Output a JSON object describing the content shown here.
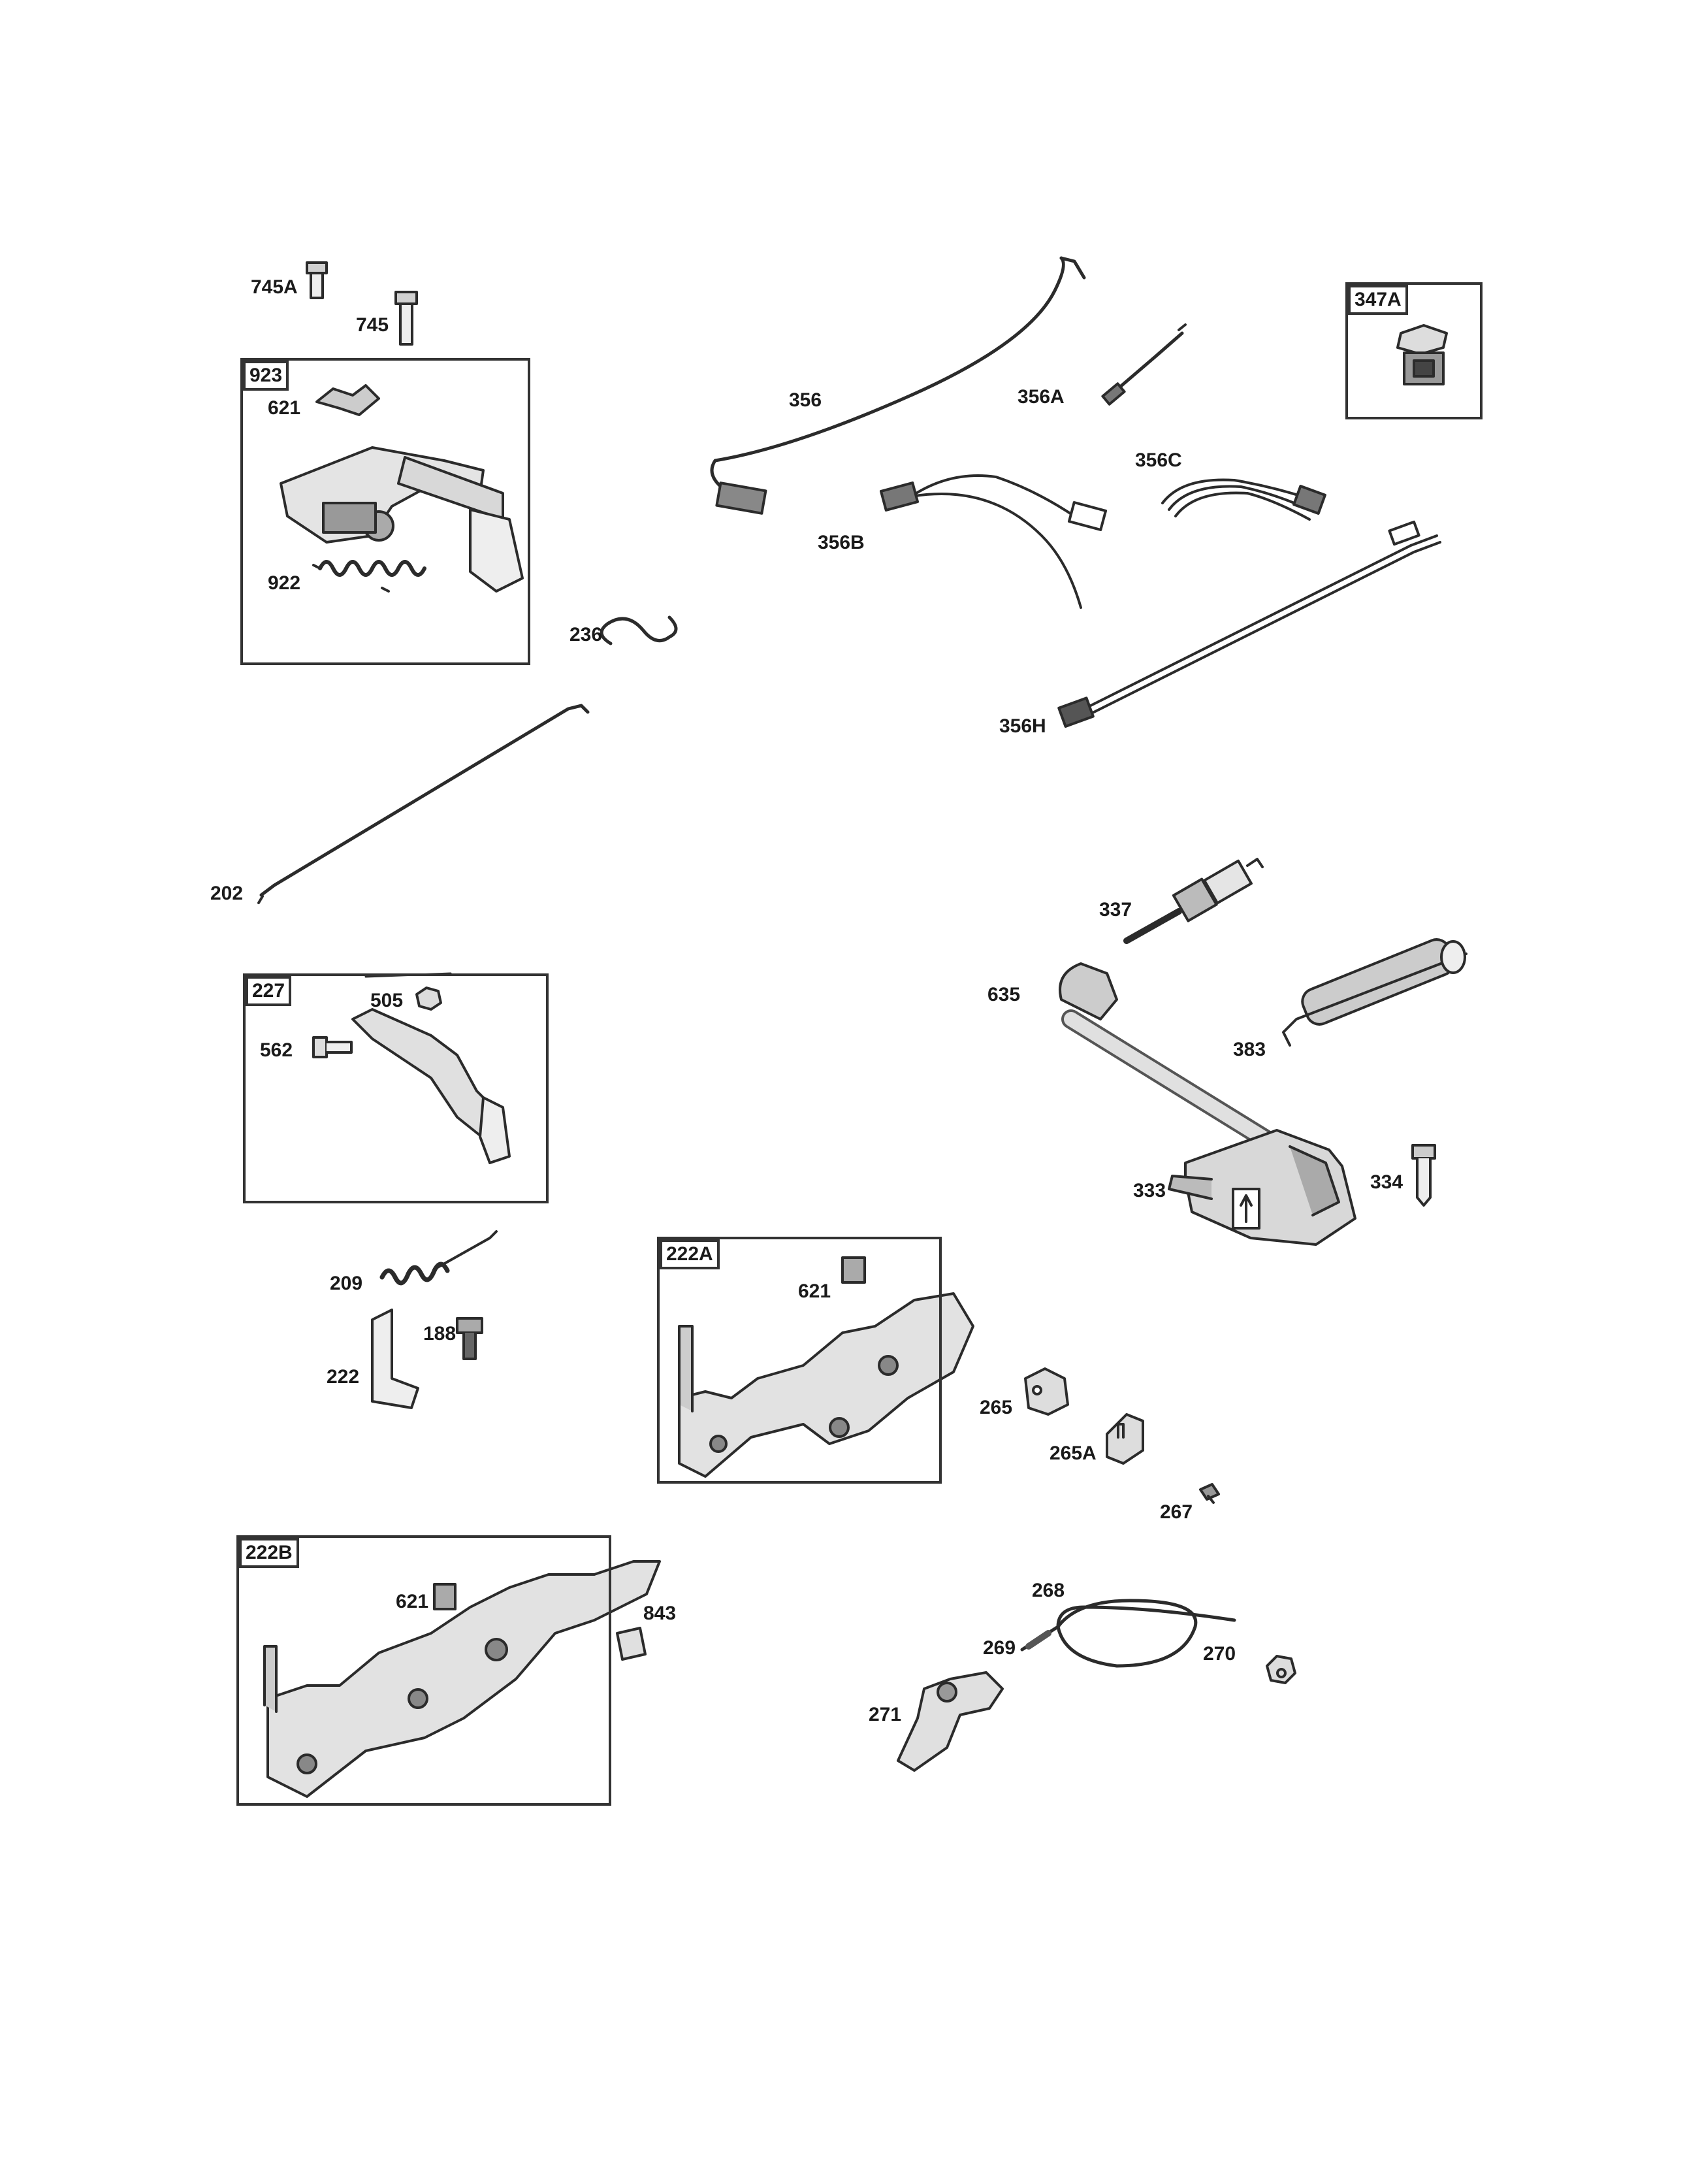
{
  "colors": {
    "line": "#2b2b2b",
    "fill_light": "#e8e8e8",
    "fill_mid": "#bdbdbd",
    "fill_dark": "#6e6e6e",
    "background": "#ffffff"
  },
  "groups": {
    "g923": "923",
    "g347A": "347A",
    "g227": "227",
    "g222A": "222A",
    "g222B": "222B"
  },
  "labels": {
    "l745A": "745A",
    "l745": "745",
    "l621a": "621",
    "l922": "922",
    "l236": "236",
    "l202": "202",
    "l356": "356",
    "l356A": "356A",
    "l356B": "356B",
    "l356C": "356C",
    "l356H": "356H",
    "l337": "337",
    "l635": "635",
    "l383": "383",
    "l333": "333",
    "l334": "334",
    "l505": "505",
    "l562": "562",
    "l209": "209",
    "l188": "188",
    "l222": "222",
    "l621b": "621",
    "l265": "265",
    "l265A": "265A",
    "l267": "267",
    "l621c": "621",
    "l843": "843",
    "l268": "268",
    "l269": "269",
    "l270": "270",
    "l271": "271"
  },
  "icons": [
    "bolt-icon",
    "governor-bracket-icon",
    "spring-icon",
    "link-icon",
    "rod-icon",
    "wire-harness-icon",
    "switch-icon",
    "spark-plug-icon",
    "ignition-coil-icon",
    "tube-icon",
    "control-bracket-icon",
    "cable-icon",
    "nut-icon",
    "clip-icon",
    "lever-icon"
  ]
}
